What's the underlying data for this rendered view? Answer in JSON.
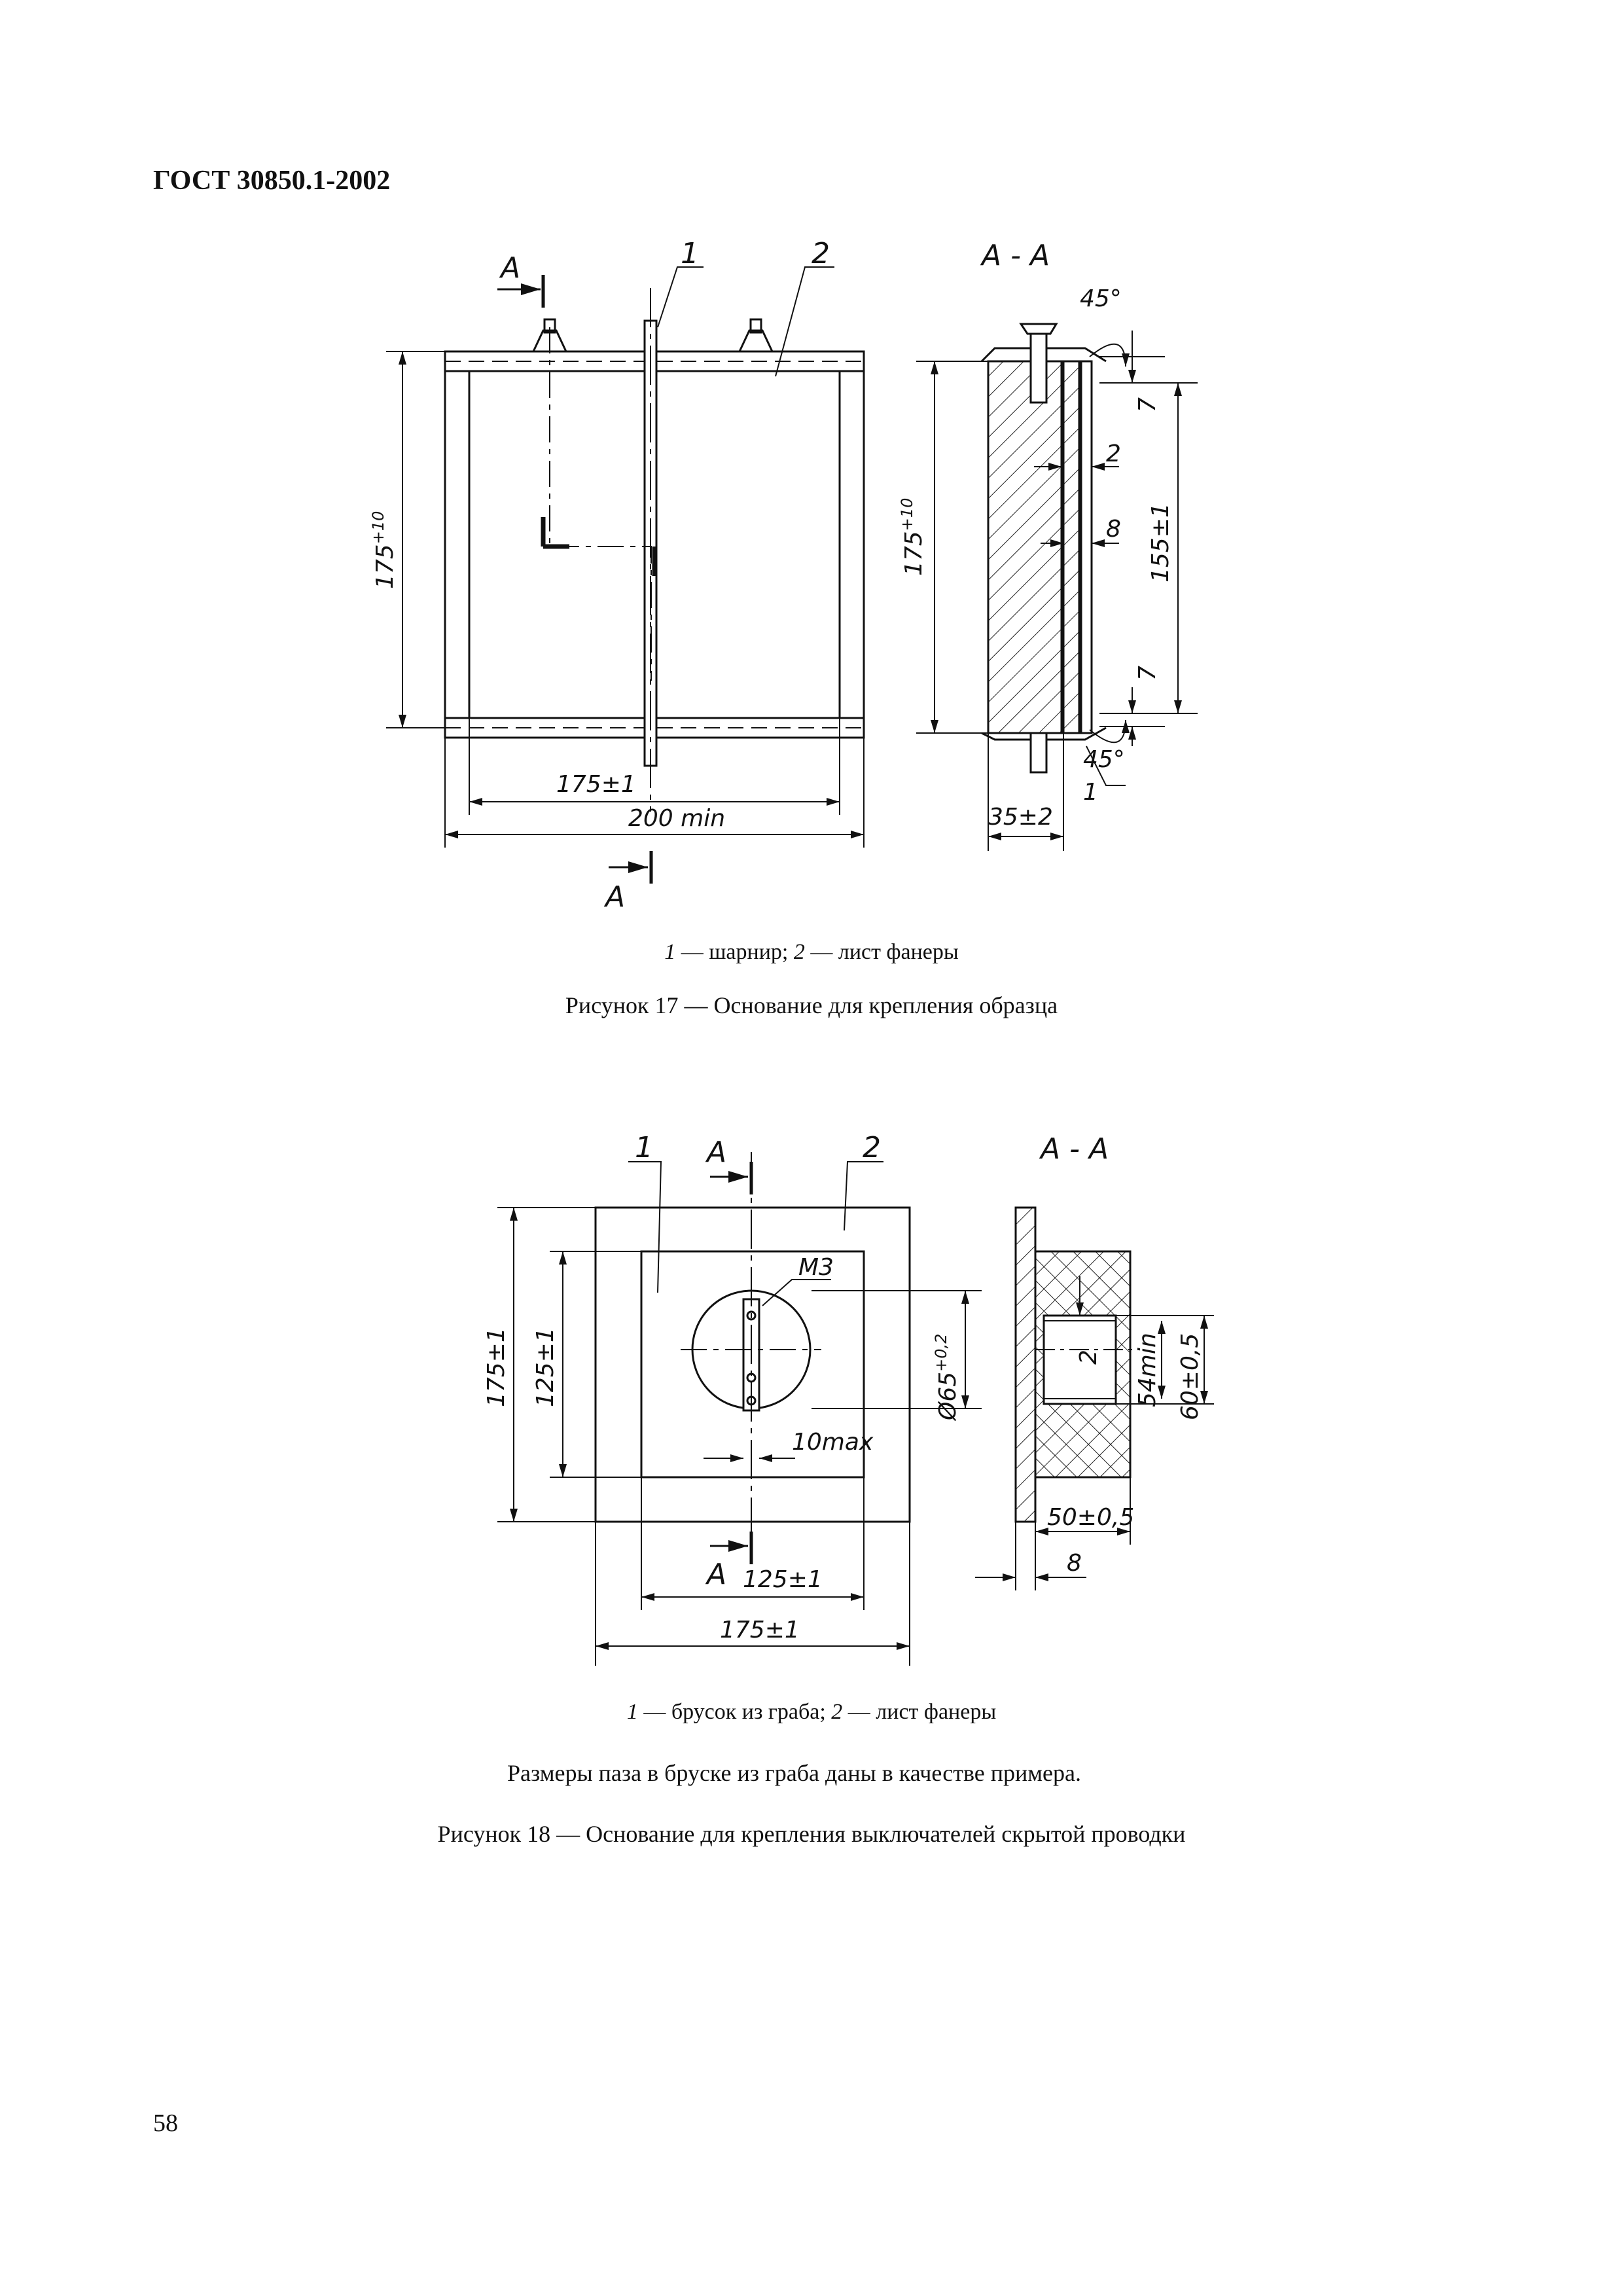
{
  "header": {
    "standard": "ГОСТ 30850.1-2002"
  },
  "figure17": {
    "section_label": "А",
    "section_title": "А - А",
    "callouts": [
      "1",
      "2"
    ],
    "dims": {
      "height": "175",
      "height_tol": "+10",
      "inner_width": "175±1",
      "outer_width": "200 min",
      "angle_top": "45°",
      "angle_bottom": "45°",
      "gap_top": "7",
      "gap_bottom": "7",
      "sheet": "2",
      "bar": "8",
      "inner_height": "155±1",
      "depth": "35±2",
      "callout_side": "1"
    },
    "legend": {
      "n1": "1",
      "t1": " — шарнир; ",
      "n2": "2",
      "t2": " — лист фанеры"
    },
    "caption": "Рисунок 17 — Основание для крепления образца"
  },
  "figure18": {
    "section_label": "А",
    "section_title": "А - А",
    "callouts": [
      "1",
      "2"
    ],
    "dims": {
      "outer_height": "175±1",
      "inner_height": "125±1",
      "thread": "М3",
      "diameter": "Ø65",
      "diameter_tol": "+0,2",
      "max_gap": "10max",
      "inner_width": "125±1",
      "outer_width": "175±1",
      "groove_depth": "2",
      "groove_min": "54min",
      "groove_height": "60±0,5",
      "block_depth": "50±0,5",
      "sheet": "8"
    },
    "legend": {
      "n1": "1",
      "t1": " — брусок из граба; ",
      "n2": "2",
      "t2": " — лист фанеры"
    },
    "note": "Размеры паза в бруске из граба даны в качестве примера.",
    "caption": "Рисунок 18 — Основание для крепления выключателей скрытой проводки"
  },
  "footer": {
    "page_number": "58"
  }
}
